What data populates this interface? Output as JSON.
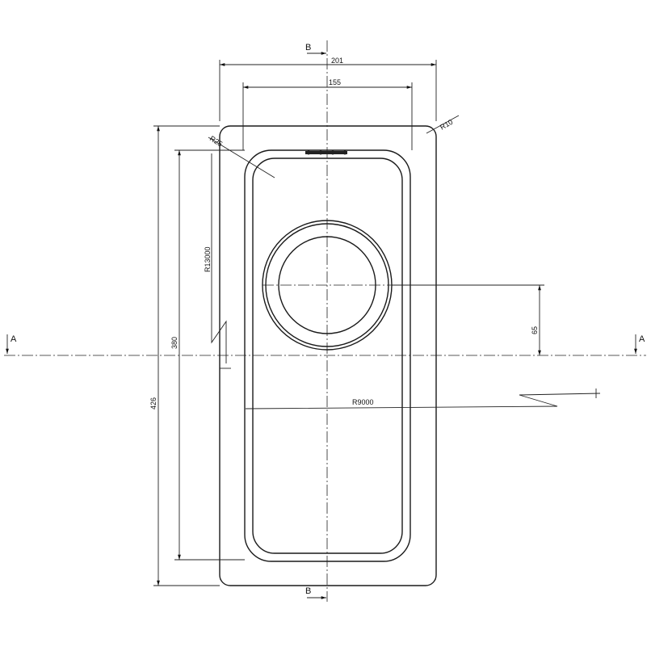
{
  "section_markers": {
    "top_b": "B",
    "bottom_b": "B",
    "left_a": "A",
    "right_a": "A"
  },
  "dimensions": {
    "overall_width": "201",
    "bowl_width": "155",
    "corner_radius_outer": "R10",
    "corner_radius_bowl": "R25",
    "side_radius": "R13000",
    "bottom_radius": "R9000",
    "bowl_length": "380",
    "overall_length": "426",
    "drain_offset": "65"
  }
}
